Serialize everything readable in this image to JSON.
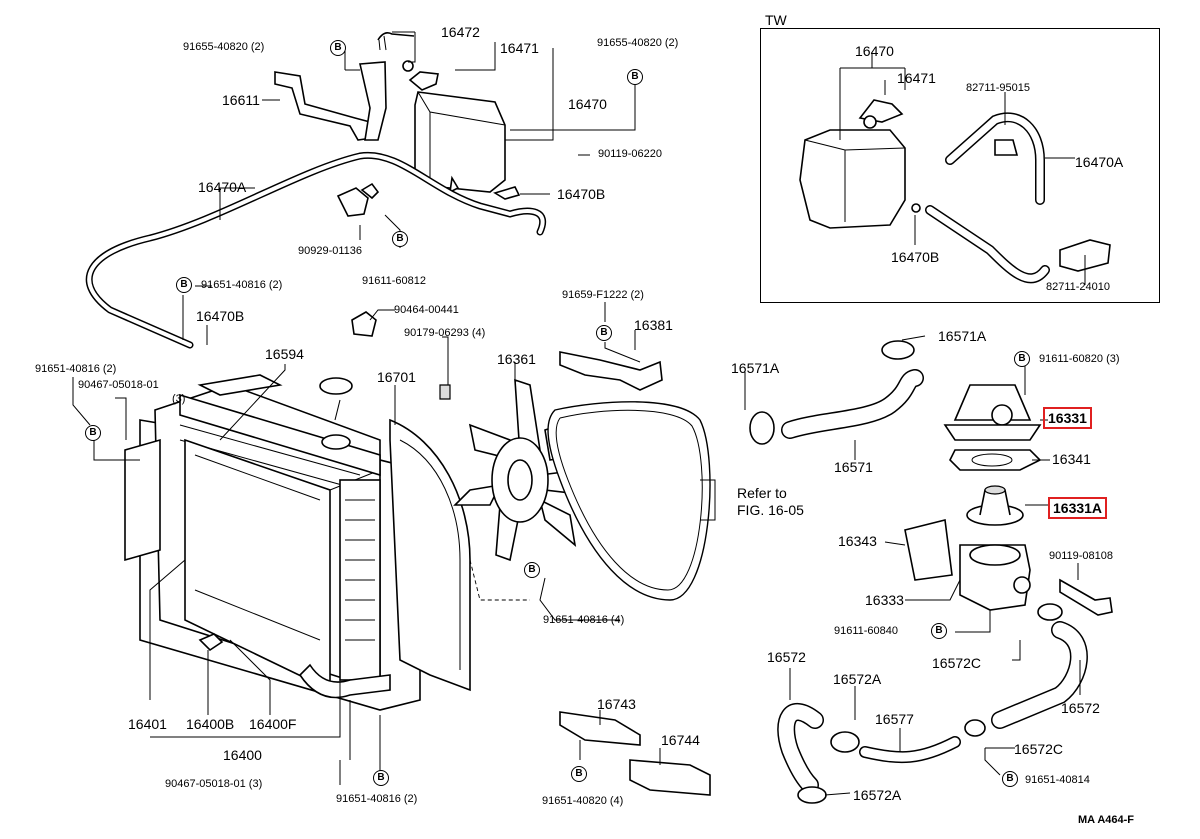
{
  "diagram": {
    "inset_title": "TW",
    "footer_code": "MA A464-F",
    "refer_note_line1": "Refer to",
    "refer_note_line2": "FIG. 16-05",
    "highlight_color": "#e02020",
    "bolt_marker_letter": "B",
    "labels": {
      "p16472": "16472",
      "p16471": "16471",
      "p16470": "16470",
      "p16611": "16611",
      "p91655_40820_a": "91655-40820 (2)",
      "p91655_40820_b": "91655-40820 (2)",
      "p90119_06220": "90119-06220",
      "p16470B": "16470B",
      "p16470A": "16470A",
      "p90929_01136": "90929-01136",
      "p91611_60812": "91611-60812",
      "p91651_40816_a": "91651-40816 (2)",
      "p16470B_2": "16470B",
      "p91651_40816_b": "91651-40816 (2)",
      "p90467_05018_a": "90467-05018-01",
      "p90467_05018_a_qty": "(3)",
      "p16594": "16594",
      "p90464_00441": "90464-00441",
      "p90179_06293": "90179-06293 (4)",
      "p16701": "16701",
      "p16361": "16361",
      "p91659_F1222": "91659-F1222 (2)",
      "p16381": "16381",
      "p16571A_a": "16571A",
      "p16571A_b": "16571A",
      "p16571": "16571",
      "p91611_60820": "91611-60820 (3)",
      "p16331": "16331",
      "p16341": "16341",
      "p16331A": "16331A",
      "p16343": "16343",
      "p90119_08108": "90119-08108",
      "p16333": "16333",
      "p91611_60840": "91611-60840",
      "p16572C_a": "16572C",
      "p16572_a": "16572",
      "p16572A_a": "16572A",
      "p16577": "16577",
      "p16572_b": "16572",
      "p16572C_b": "16572C",
      "p91651_40814": "91651-40814",
      "p16572A_b": "16572A",
      "p91651_40816_c": "91651-40816 (4)",
      "p16743": "16743",
      "p16744": "16744",
      "p91651_40820": "91651-40820 (4)",
      "p16401": "16401",
      "p16400B": "16400B",
      "p16400F": "16400F",
      "p16400": "16400",
      "p90467_05018_b": "90467-05018-01 (3)",
      "p91651_40816_d": "91651-40816 (2)",
      "tw16470": "16470",
      "tw16471": "16471",
      "tw82711_95015": "82711-95015",
      "tw16470A": "16470A",
      "tw16470B": "16470B",
      "tw82711_24010": "82711-24010"
    }
  }
}
